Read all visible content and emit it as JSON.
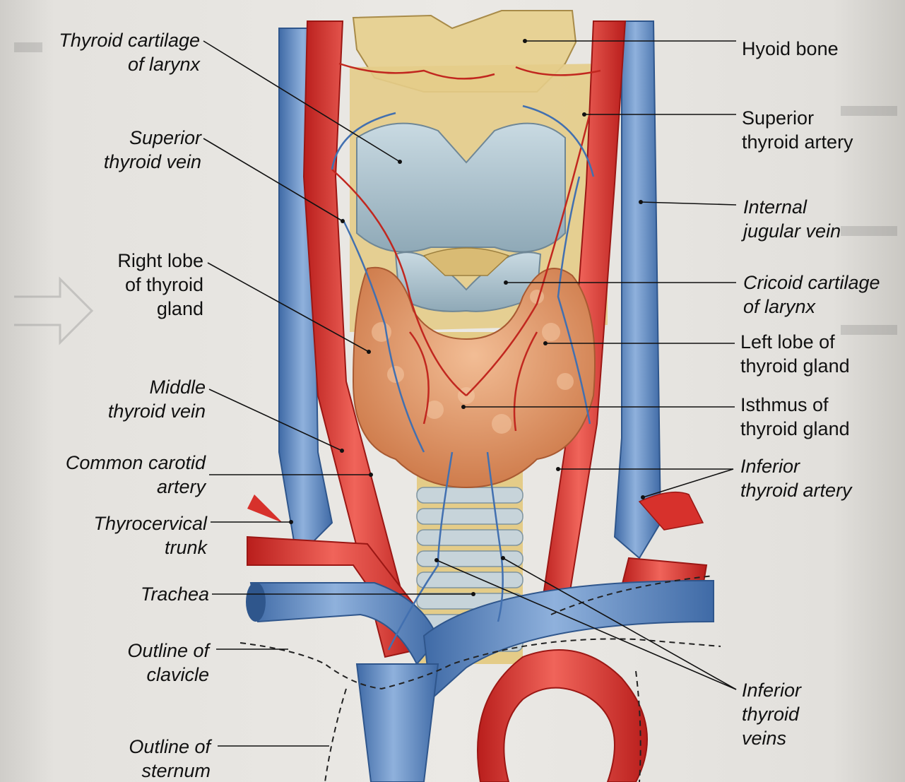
{
  "labels_left": [
    {
      "id": "thyroid-cartilage",
      "lines": [
        "Thyroid cartilage",
        "of larynx"
      ],
      "italic": true
    },
    {
      "id": "superior-thyroid-vein",
      "lines": [
        "Superior",
        "thyroid vein"
      ],
      "italic": true
    },
    {
      "id": "right-lobe",
      "lines": [
        "Right lobe",
        "of thyroid",
        "gland"
      ],
      "italic": false
    },
    {
      "id": "middle-thyroid-vein",
      "lines": [
        "Middle",
        "thyroid vein"
      ],
      "italic": true
    },
    {
      "id": "common-carotid-artery",
      "lines": [
        "Common carotid",
        "artery"
      ],
      "italic": true
    },
    {
      "id": "thyrocervical-trunk",
      "lines": [
        "Thyrocervical",
        "trunk"
      ],
      "italic": true
    },
    {
      "id": "trachea",
      "lines": [
        "Trachea"
      ],
      "italic": true
    },
    {
      "id": "outline-of-clavicle",
      "lines": [
        "Outline of",
        "clavicle"
      ],
      "italic": true
    },
    {
      "id": "outline-of-sternum",
      "lines": [
        "Outline of",
        "sternum"
      ],
      "italic": true
    }
  ],
  "labels_right": [
    {
      "id": "hyoid-bone",
      "lines": [
        "Hyoid bone"
      ],
      "italic": false
    },
    {
      "id": "superior-thyroid-artery",
      "lines": [
        "Superior",
        "thyroid artery"
      ],
      "italic": false
    },
    {
      "id": "internal-jugular-vein",
      "lines": [
        "Internal",
        "jugular vein"
      ],
      "italic": true
    },
    {
      "id": "cricoid-cartilage",
      "lines": [
        "Cricoid cartilage",
        "of larynx"
      ],
      "italic": true
    },
    {
      "id": "left-lobe",
      "lines": [
        "Left lobe of",
        "thyroid gland"
      ],
      "italic": false
    },
    {
      "id": "isthmus",
      "lines": [
        "Isthmus of",
        "thyroid gland"
      ],
      "italic": false
    },
    {
      "id": "inferior-thyroid-artery",
      "lines": [
        "Inferior",
        "thyroid artery"
      ],
      "italic": true
    },
    {
      "id": "inferior-thyroid-veins",
      "lines": [
        "Inferior",
        "thyroid",
        "veins"
      ],
      "italic": true
    }
  ],
  "colors": {
    "vein": "#5b88c2",
    "vein_light": "#9dbbe0",
    "artery": "#d7312c",
    "artery_light": "#ef6c5e",
    "cartilage": "#b9ccd6",
    "bone": "#e9d597",
    "thyroid": "#d98a5c",
    "thyroid_light": "#efb78f",
    "trachea_ring": "#c7d4da",
    "leader": "#111111"
  }
}
